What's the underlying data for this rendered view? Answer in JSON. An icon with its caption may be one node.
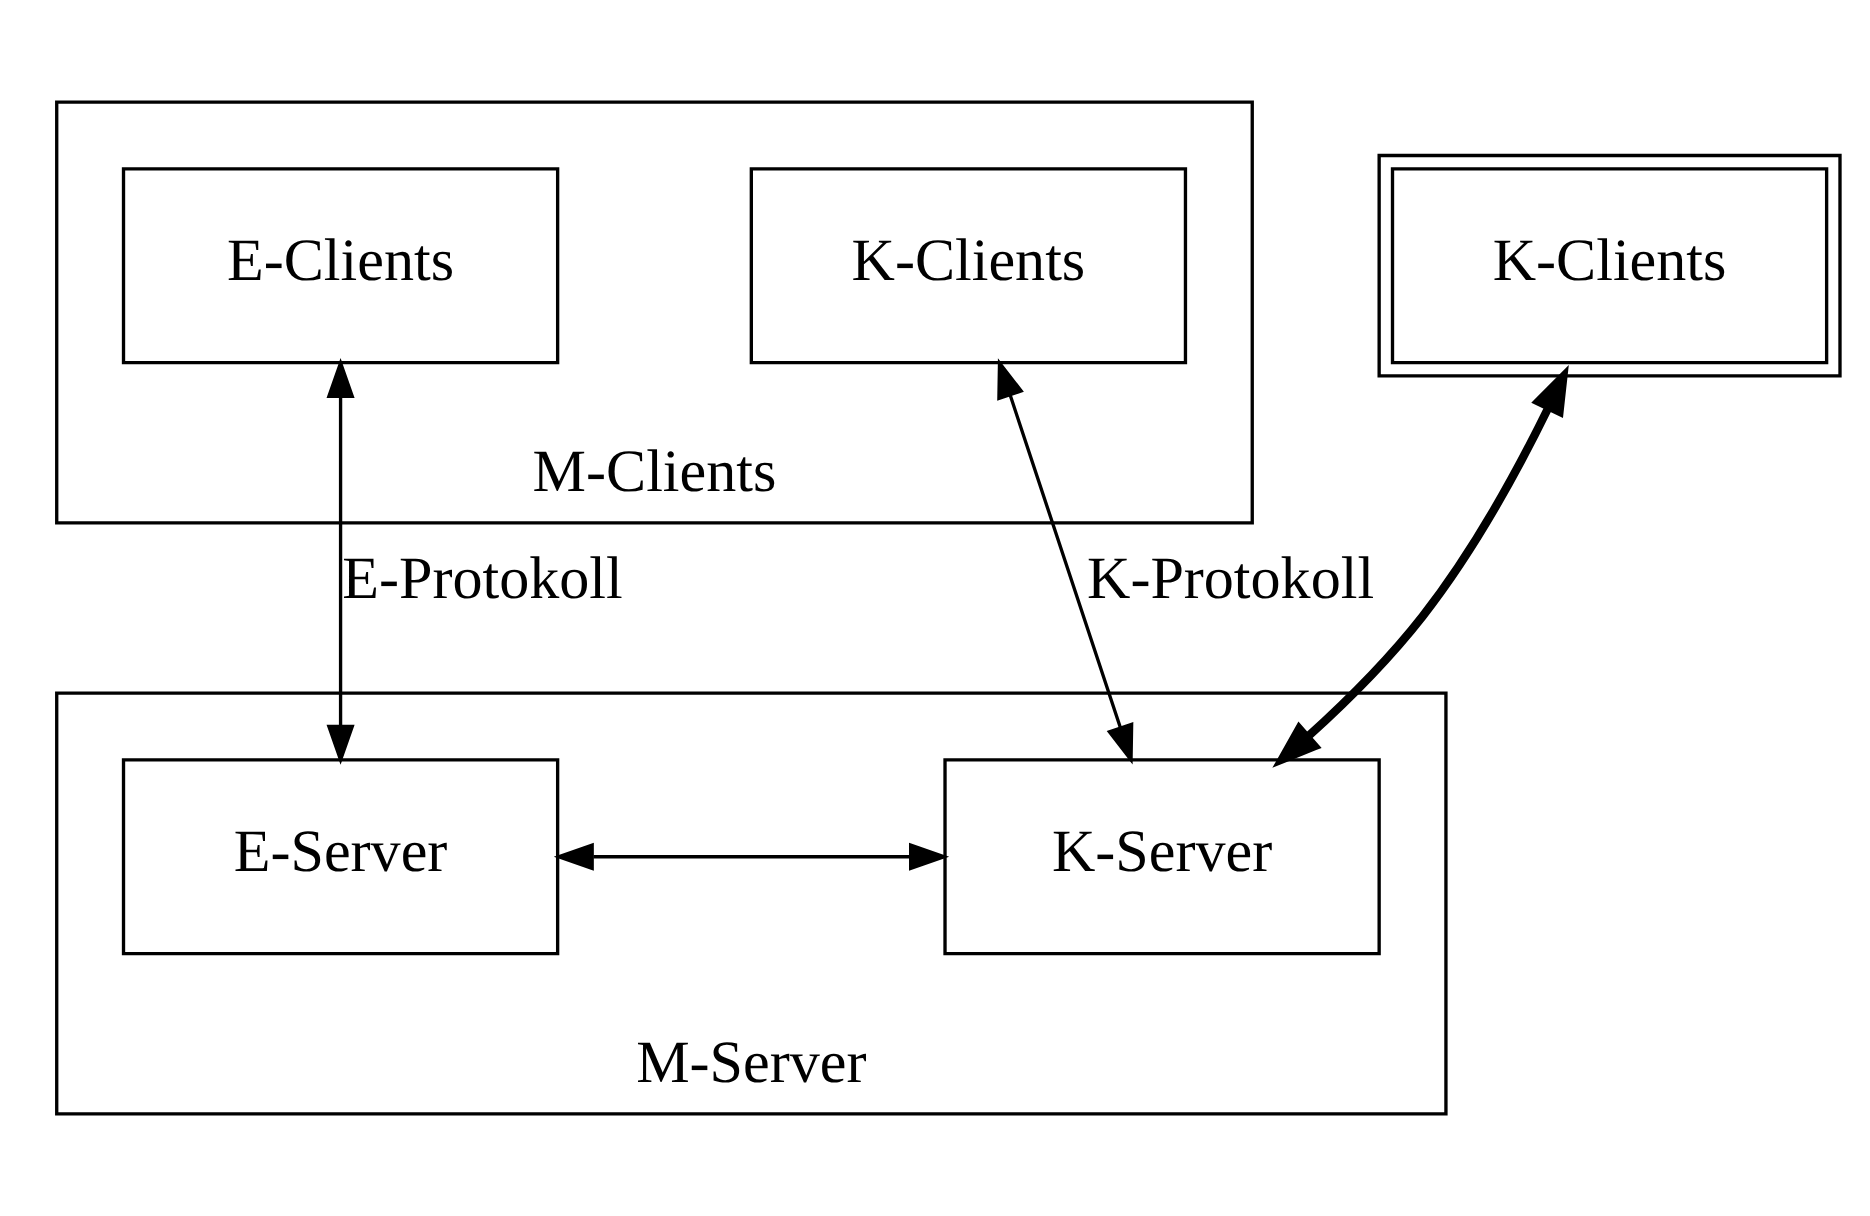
{
  "diagram": {
    "nodes": [
      {
        "text": [
          "M-Clients"
        ]
      },
      {
        "text": [
          "E-Clients"
        ],
        "in": 0
      },
      {
        "text": [
          "K-Clients"
        ],
        "in": 0
      },
      {
        "text": [
          "K-Clients"
        ]
      },
      {
        "text": [
          "M-Server"
        ]
      },
      {
        "text": [
          "E-Server"
        ],
        "in": 4
      },
      {
        "text": [
          "K-Server"
        ],
        "in": 4
      }
    ],
    "edges": [
      {
        "from": 1,
        "to": 5,
        "arrow": "both",
        "label": "E-Protokoll"
      },
      {
        "from": 2,
        "to": 6,
        "arrow": "both",
        "label": "K-Protokoll"
      },
      {
        "from": 3,
        "to": 6,
        "arrow": "both",
        "style": "thick"
      },
      {
        "from": 5,
        "to": 6,
        "arrow": "both"
      }
    ]
  }
}
